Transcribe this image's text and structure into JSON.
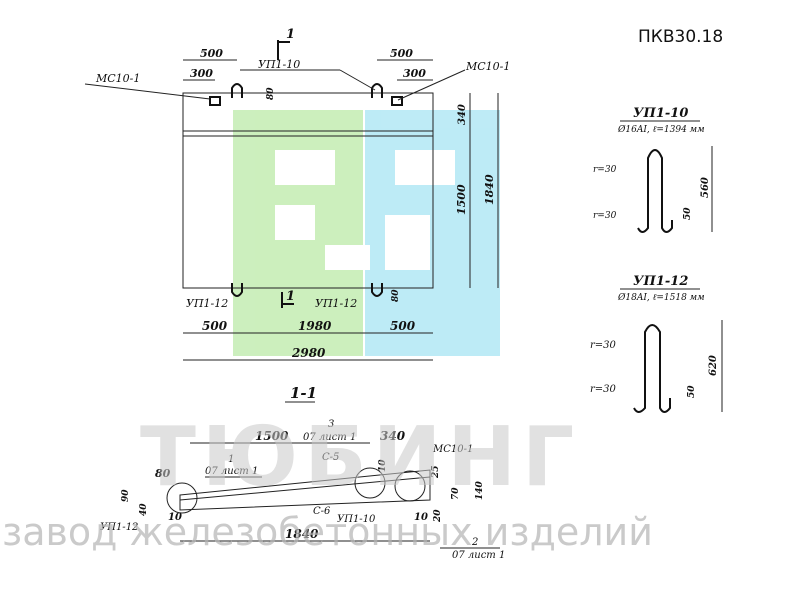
{
  "title": "ПКВ30.18",
  "watermark": {
    "brand": "ТЮБИНГ",
    "tagline": "завод железобетонных изделий"
  },
  "plan": {
    "cut_mark": "1",
    "ms_left": "МС10-1",
    "ms_right": "МС10-1",
    "up_top": "УП1-10",
    "up_bottom_left": "УП1-12",
    "up_bottom_right": "УП1-12",
    "d_500_tl": "500",
    "d_300_tl": "300",
    "d_500_tr": "500",
    "d_300_tr": "300",
    "d_80_top": "80",
    "d_80_bottom": "80",
    "d_340": "340",
    "d_1500": "1500",
    "d_1840": "1840",
    "d_500_bl": "500",
    "d_1980": "1980",
    "d_500_br": "500",
    "d_2980": "2980"
  },
  "detail_up110": {
    "title": "УП1-10",
    "spec": "Ø16AI, ℓ=1394 мм",
    "r_top": "r=30",
    "r_bottom": "r=30",
    "d_560": "560",
    "d_50": "50"
  },
  "detail_up112": {
    "title": "УП1-12",
    "spec": "Ø18AI, ℓ=1518 мм",
    "r_top": "r=30",
    "r_bottom": "r=30",
    "d_620": "620",
    "d_50": "50"
  },
  "section": {
    "title": "1-1",
    "d_1500": "1500",
    "d_340": "340",
    "d_80": "80",
    "d_90": "90",
    "d_40": "40",
    "d_10a": "10",
    "d_10b": "10",
    "d_10c": "10",
    "d_25": "25",
    "d_70": "70",
    "d_140": "140",
    "d_20": "20",
    "d_1840": "1840",
    "c5": "С-5",
    "c6": "С-6",
    "ms": "МС10-1",
    "up110": "УП1-10",
    "up112": "УП1-12",
    "ref1_num": "1",
    "ref1_sheet": "07 лист 1",
    "ref2_num": "2",
    "ref2_sheet": "07 лист 1",
    "ref3_num": "3",
    "ref3_sheet": "07 лист 1"
  },
  "colors": {
    "green": "#8fdc6e",
    "cyan": "#6fd3ec"
  }
}
